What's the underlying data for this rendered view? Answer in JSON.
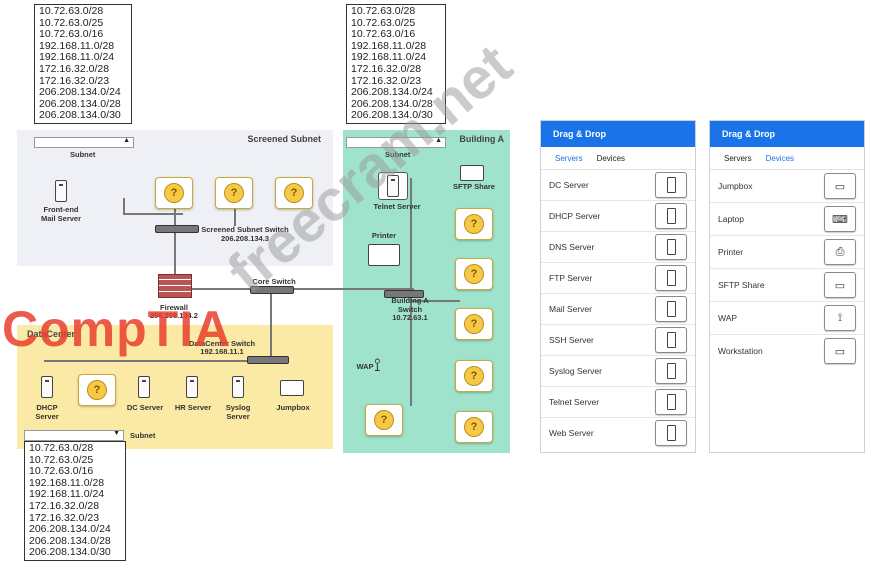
{
  "subnet_options": [
    "10.72.63.0/28",
    "10.72.63.0/25",
    "10.72.63.0/16",
    "192.168.11.0/28",
    "192.168.11.0/24",
    "172.16.32.0/28",
    "172.16.32.0/23",
    "206.208.134.0/24",
    "206.208.134.0/28",
    "206.208.134.0/30"
  ],
  "subnet_label": "Subnet",
  "screened": {
    "title": "Screened Subnet",
    "frontend": "Front-end Mail Server",
    "switch": "Screened Subnet Switch",
    "switch_ip": "206.208.134.3"
  },
  "core": {
    "firewall": "Firewall",
    "firewall_ip": "206.208.134.2",
    "core_switch": "Core Switch"
  },
  "datacenter": {
    "title": "DataCenter",
    "switch": "DataCenter Switch",
    "switch_ip": "192.168.11.1",
    "dhcp": "DHCP Server",
    "dc": "DC Server",
    "hr": "HR Server",
    "syslog": "Syslog Server",
    "jumpbox": "Jumpbox"
  },
  "building": {
    "title": "Building A",
    "telnet": "Telnet Server",
    "sftp": "SFTP Share",
    "printer": "Printer",
    "switch": "Building A Switch",
    "switch_ip": "10.72.63.1",
    "wap": "WAP"
  },
  "servers_panel": {
    "header": "Drag & Drop",
    "tab_servers": "Servers",
    "tab_devices": "Devices",
    "items": [
      "DC Server",
      "DHCP Server",
      "DNS Server",
      "FTP Server",
      "Mail Server",
      "SSH Server",
      "Syslog Server",
      "Telnet Server",
      "Web Server"
    ]
  },
  "devices_panel": {
    "header": "Drag & Drop",
    "tab_servers": "Servers",
    "tab_devices": "Devices",
    "items": [
      "Jumpbox",
      "Laptop",
      "Printer",
      "SFTP Share",
      "WAP",
      "Workstation"
    ]
  },
  "watermark_text": "freecram.net",
  "logo_text": "CompTIA",
  "colors": {
    "accent": "#1a73e8",
    "screened": "#eef0f5",
    "datacenter": "#fbe9a6",
    "building": "#9fe3cd",
    "logo": "#e8402d"
  }
}
